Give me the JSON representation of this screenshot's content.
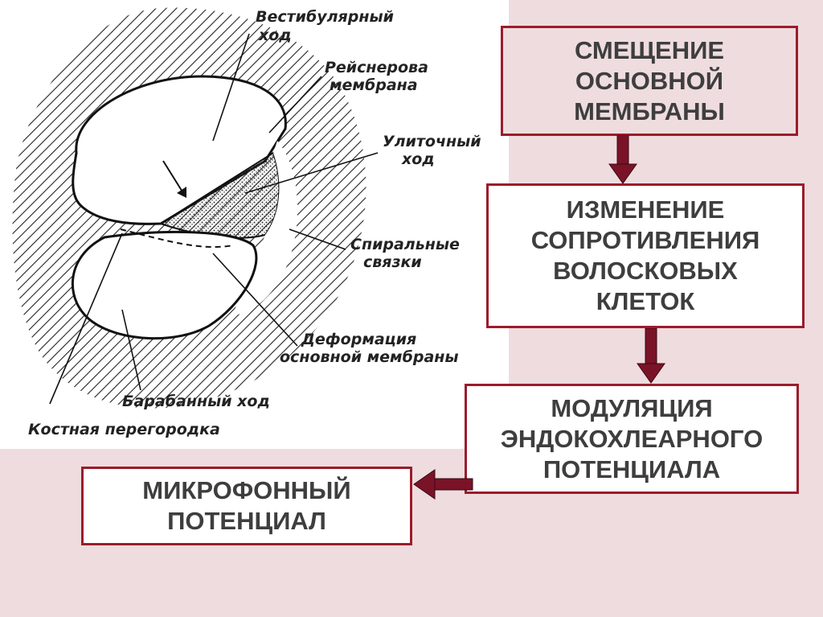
{
  "colors": {
    "background": "#efdcdf",
    "box_border": "#9b1c2a",
    "arrow": "#7a1327",
    "text": "#3e3e3e"
  },
  "figure": {
    "labels": {
      "vestibular_1": "Вестибулярный",
      "vestibular_2": "ход",
      "reissner_1": "Рейснерова",
      "reissner_2": "мембрана",
      "cochlear_1": "Улиточный",
      "cochlear_2": "ход",
      "spiral_1": "Спиральные",
      "spiral_2": "связки",
      "deform_1": "Деформация",
      "deform_2": "основной мембраны",
      "tympanic": "Барабанный ход",
      "bony": "Костная перегородка"
    }
  },
  "flow": {
    "step1": "СМЕЩЕНИЕ\nОСНОВНОЙ\nМЕМБРАНЫ",
    "step2": "ИЗМЕНЕНИЕ\nСОПРОТИВЛЕНИЯ\nВОЛОСКОВЫХ\nКЛЕТОК",
    "step3": "МОДУЛЯЦИЯ\nЭНДОКОХЛЕАРНОГО\nПОТЕНЦИАЛА",
    "step4": "МИКРОФОННЫЙ\nПОТЕНЦИАЛ"
  }
}
